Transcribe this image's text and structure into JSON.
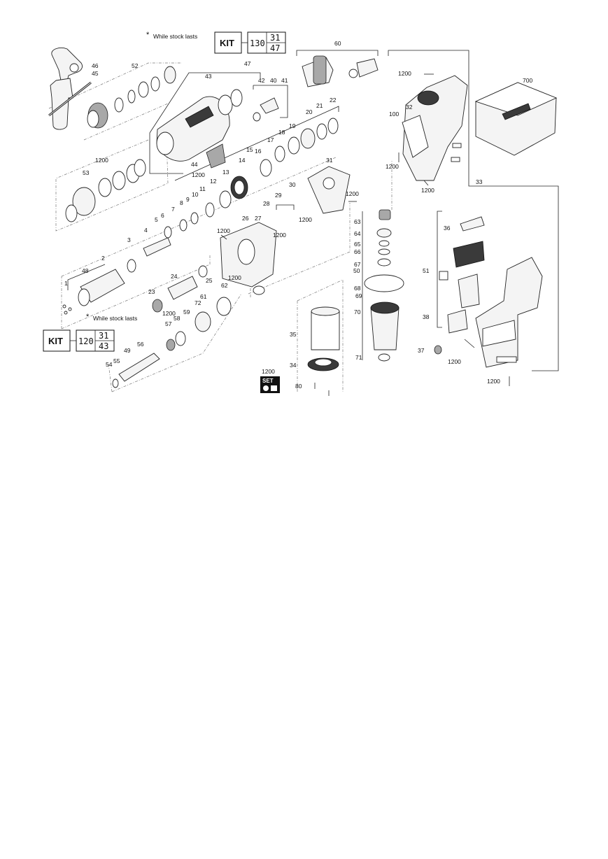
{
  "notes": {
    "top": "While stock lasts",
    "bottom": "While stock lasts",
    "star": "*"
  },
  "kits": {
    "top": {
      "word": "KIT",
      "main": "130",
      "sub_top": "31",
      "sub_bottom": "47"
    },
    "bottom": {
      "word": "KIT",
      "main": "120",
      "sub_top": "31",
      "sub_bottom": "43"
    }
  },
  "set_badge": {
    "label": "1200",
    "word": "SET"
  },
  "part_labels": [
    "46",
    "45",
    "52",
    "43",
    "47",
    "42",
    "40",
    "41",
    "60",
    "1200",
    "32",
    "100",
    "700",
    "1200",
    "1200",
    "22",
    "21",
    "20",
    "19",
    "18",
    "17",
    "16",
    "15",
    "14",
    "13",
    "12",
    "11",
    "10",
    "9",
    "8",
    "7",
    "6",
    "5",
    "4",
    "3",
    "2",
    "48",
    "1",
    "31",
    "1200",
    "30",
    "29",
    "28",
    "27",
    "1200",
    "1200",
    "26",
    "25",
    "24",
    "23",
    "1200",
    "62",
    "61",
    "72",
    "1200",
    "59",
    "58",
    "57",
    "56",
    "49",
    "55",
    "54",
    "44",
    "1200",
    "53",
    "1200",
    "63",
    "64",
    "65",
    "66",
    "67",
    "50",
    "68",
    "69",
    "70",
    "71",
    "35",
    "34",
    "80",
    "33",
    "36",
    "51",
    "38",
    "37",
    "1200",
    "1200",
    "1200"
  ]
}
